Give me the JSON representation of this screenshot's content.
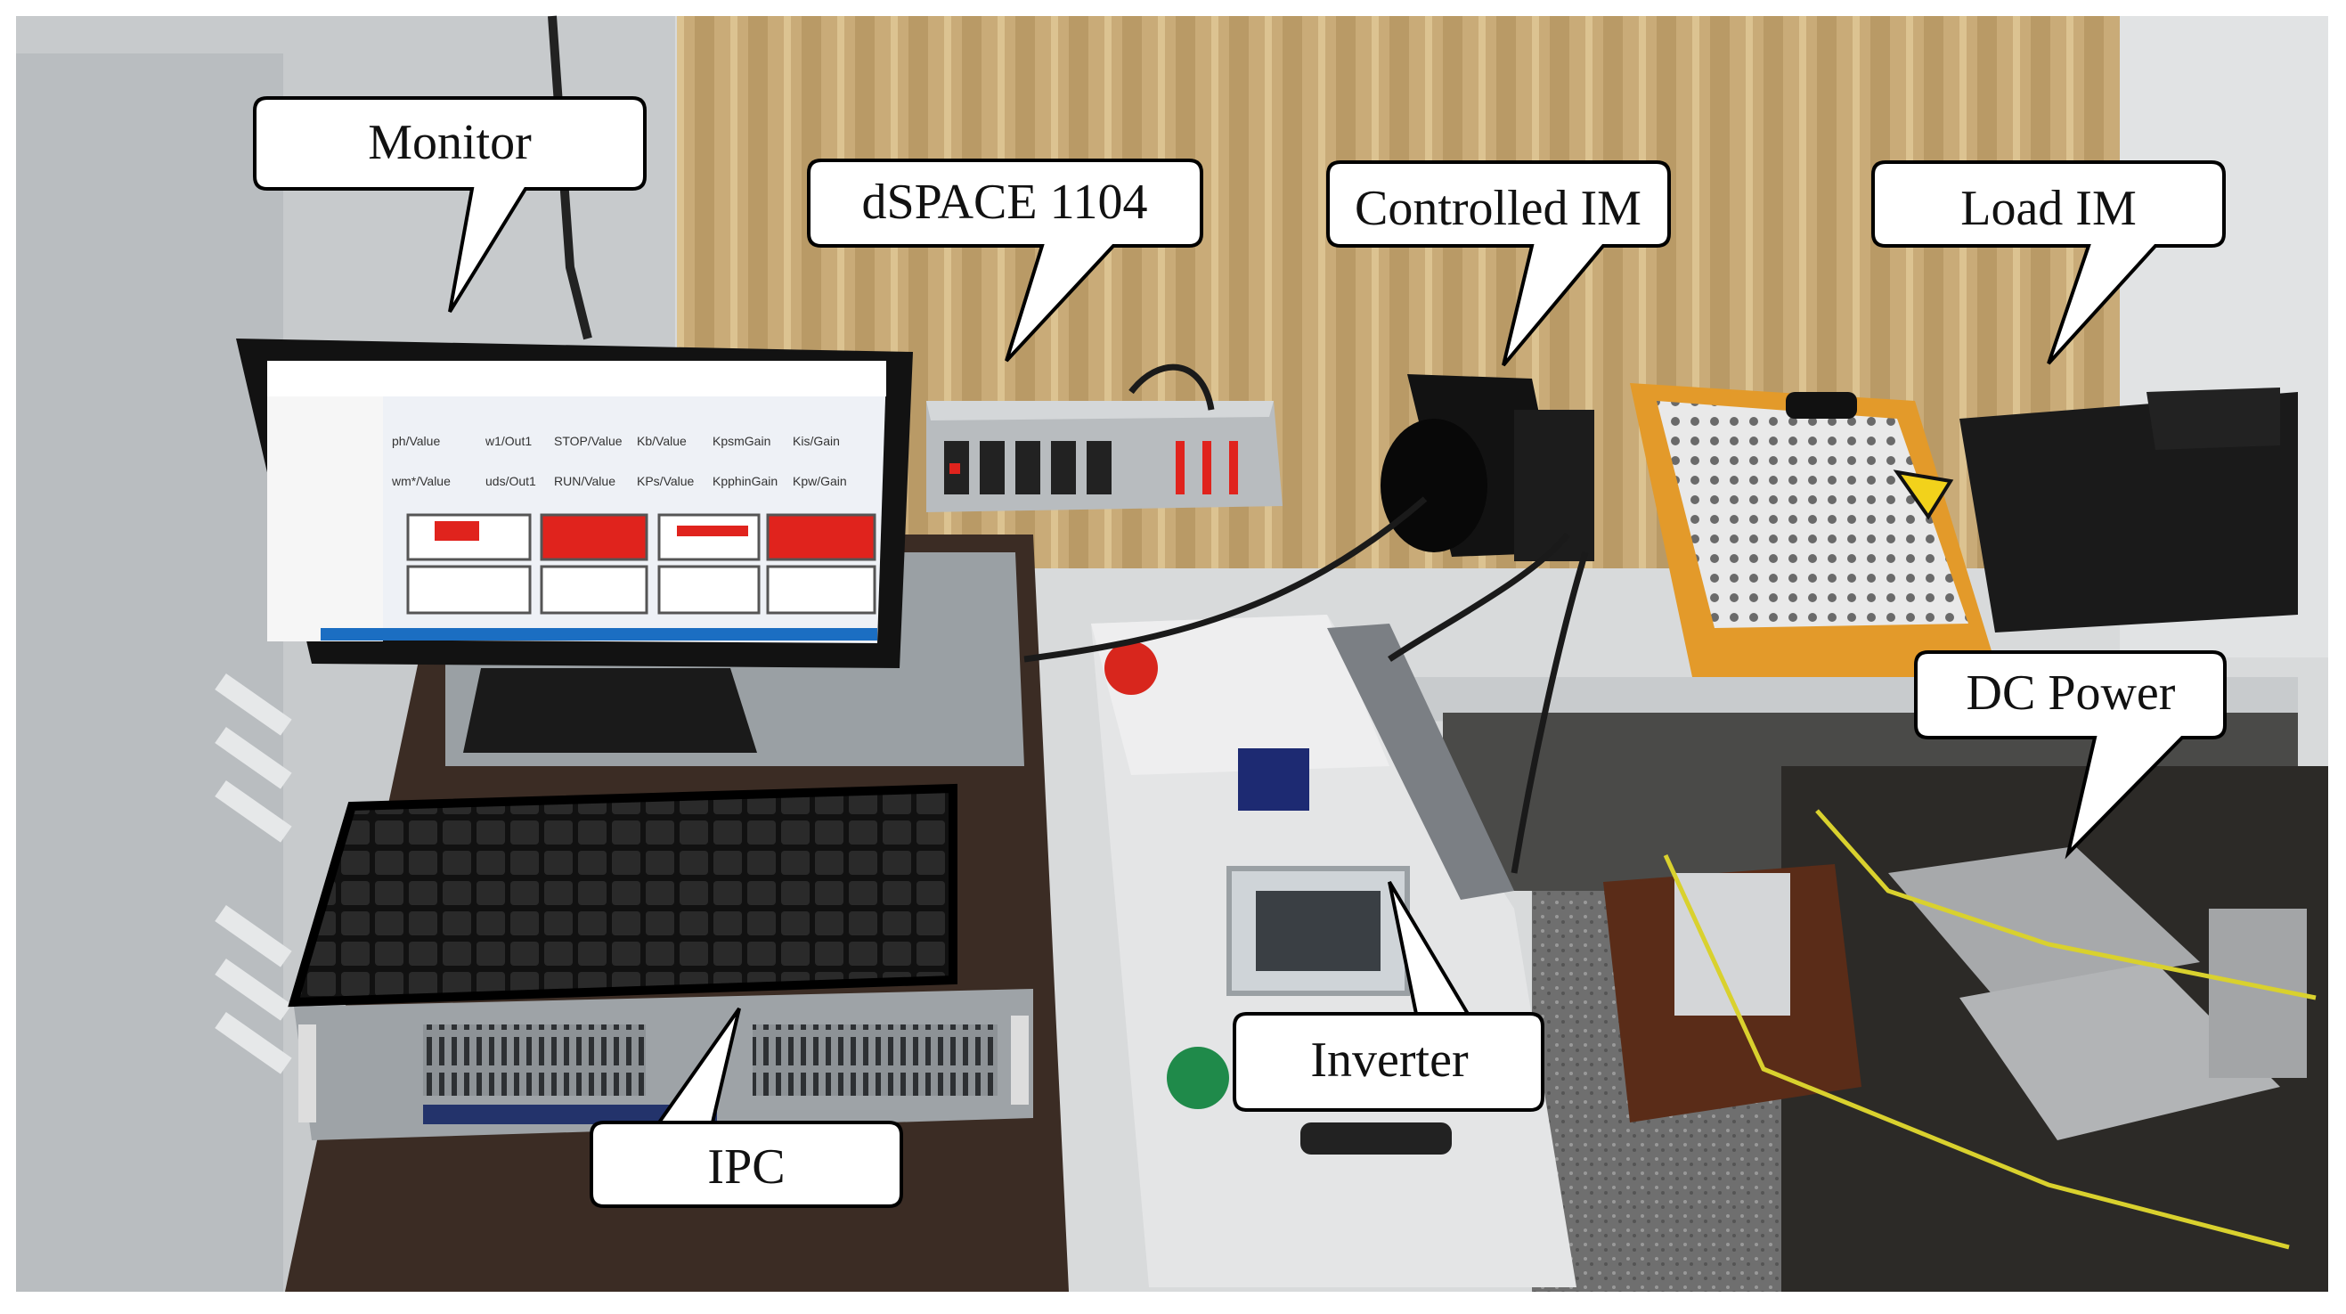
{
  "labels": {
    "monitor": "Monitor",
    "dspace": "dSPACE 1104",
    "controlled_im": "Controlled IM",
    "load_im": "Load IM",
    "dc_power": "DC Power",
    "inverter": "Inverter",
    "ipc": "IPC"
  },
  "screen_fields": [
    "ph/Value",
    "w1/Out1",
    "STOP/Value",
    "Kb/Value",
    "KpsmGain",
    "Kis/Gain",
    "wm*/Value",
    "uds/Out1",
    "RUN/Value",
    "KPs/Value",
    "KpphinGain",
    "Kpw/Gain"
  ],
  "colors": {
    "callout_fill": "#ffffff",
    "callout_stroke": "#000000",
    "curtain": "#c9ab78",
    "wall": "#d8dadb",
    "desk": "#3b2c24",
    "accent_orange": "#e39a2a",
    "led_red": "#e0231d"
  }
}
